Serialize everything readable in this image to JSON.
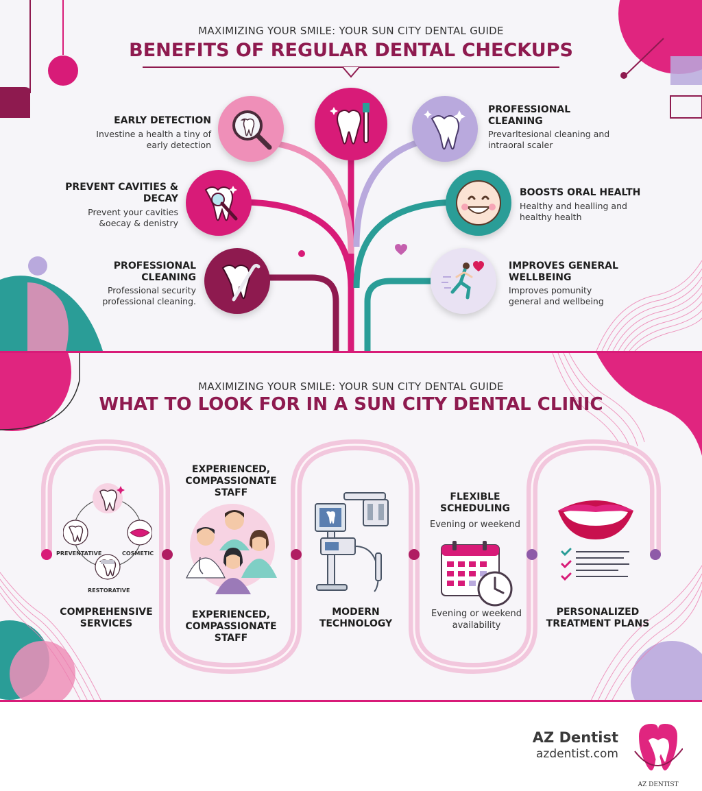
{
  "top": {
    "kicker": "MAXIMIZING YOUR SMILE: YOUR SUN CITY DENTAL GUIDE",
    "headline": "BENEFITS OF REGULAR DENTAL CHECKUPS",
    "benefits": [
      {
        "title": "EARLY DETECTION",
        "desc": "Investine a health a tiny of early detection",
        "icon": "magnifier-tooth-icon"
      },
      {
        "title": "PREVENT CAVITIES & DECAY",
        "desc": "Prevent your cavities &oecay & denistry",
        "icon": "tooth-probe-icon"
      },
      {
        "title": "PROFESSIONAL CLEANING",
        "desc": "Professional security professional cleaning.",
        "icon": "tooth-scaler-icon"
      },
      {
        "title": "PROFESSIONAL CLEANING",
        "desc": "Prevarltesional cleaning and intraoral scaler",
        "icon": "sparkle-tooth-icon"
      },
      {
        "title": "BOOSTS ORAL HEALTH",
        "desc": "Healthy and healling and healthy health",
        "icon": "smile-face-icon"
      },
      {
        "title": "IMPROVES GENERAL WELLBEING",
        "desc": "Improves pomunity general and wellbeing",
        "icon": "runner-heart-icon"
      }
    ],
    "center_icon": "tooth-toothbrush-icon"
  },
  "bottom": {
    "kicker": "MAXIMIZING YOUR SMILE: YOUR SUN CITY DENTAL GUIDE",
    "headline": "WHAT TO LOOK FOR IN A SUN CITY DENTAL CLINIC",
    "criteria": [
      {
        "title": "COMPREHENSIVE SERVICES",
        "icon": "services-cycle-icon",
        "services": [
          "PREVENTATIVE",
          "COSMETIC",
          "RESTORATIVE"
        ]
      },
      {
        "title_top": "EXPERIENCED, COMPASSIONATE STAFF",
        "title": "EXPERIENCED, COMPASSIONATE STAFF",
        "icon": "staff-team-icon"
      },
      {
        "title": "MODERN TECHNOLOGY",
        "icon": "dental-xray-machine-icon"
      },
      {
        "title_top": "FLEXIBLE SCHEDULING",
        "subtitle": "Evening or weekend",
        "title": "Evening or weekend availability",
        "icon": "calendar-clock-icon"
      },
      {
        "title": "PERSONALIZED TREATMENT PLANS",
        "icon": "smile-checklist-icon"
      }
    ]
  },
  "footer": {
    "brand": "AZ Dentist",
    "url": "azdentist.com",
    "logo_text": "AZ DENTIST"
  },
  "colors": {
    "magenta": "#d81b78",
    "plum": "#8e1a4f",
    "lavender": "#b9a9dd",
    "teal": "#2a9d97",
    "pink": "#ef8fb8"
  }
}
